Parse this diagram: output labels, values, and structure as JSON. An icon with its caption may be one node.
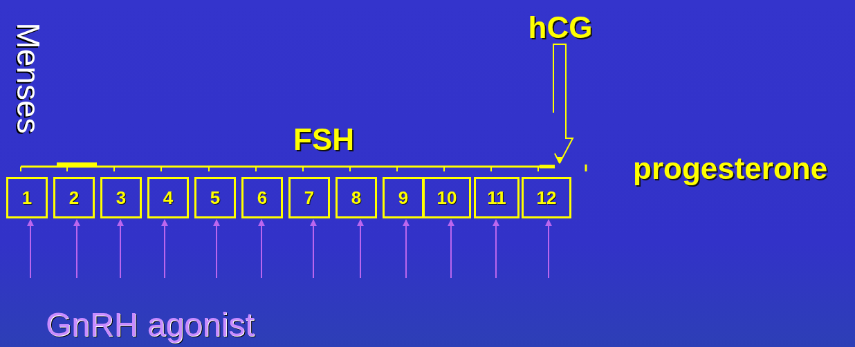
{
  "diagram": {
    "nodes": [
      {
        "text": [
          "1"
        ]
      },
      {
        "text": [
          "2"
        ]
      },
      {
        "text": [
          "3"
        ]
      },
      {
        "text": [
          "4"
        ]
      },
      {
        "text": [
          "5"
        ]
      },
      {
        "text": [
          "6"
        ]
      },
      {
        "text": [
          "7"
        ]
      },
      {
        "text": [
          "8"
        ]
      },
      {
        "text": [
          "9"
        ]
      },
      {
        "text": [
          "10"
        ]
      },
      {
        "text": [
          "11"
        ]
      },
      {
        "text": [
          "12"
        ]
      },
      {
        "text": [
          "hCG"
        ]
      },
      {
        "text": [],
        "shape": "bar"
      }
    ],
    "edges": [
      {
        "from": null,
        "to": 0,
        "arrow": "to"
      },
      {
        "from": null,
        "to": 1,
        "arrow": "to"
      },
      {
        "from": null,
        "to": 2,
        "arrow": "to"
      },
      {
        "from": null,
        "to": 3,
        "arrow": "to"
      },
      {
        "from": null,
        "to": 4,
        "arrow": "to"
      },
      {
        "from": null,
        "to": 5,
        "arrow": "to"
      },
      {
        "from": null,
        "to": 6,
        "arrow": "to"
      },
      {
        "from": null,
        "to": 7,
        "arrow": "to"
      },
      {
        "from": null,
        "to": 8,
        "arrow": "to"
      },
      {
        "from": null,
        "to": 9,
        "arrow": "to"
      },
      {
        "from": null,
        "to": 10,
        "arrow": "to"
      },
      {
        "from": null,
        "to": 11,
        "arrow": "to"
      },
      {
        "from": 12,
        "to": 13,
        "arrow": "to",
        "color": "#ffff00"
      }
    ],
    "labels": [
      "Menses",
      "FSH",
      "progesterone",
      "GnRH agonist"
    ]
  }
}
